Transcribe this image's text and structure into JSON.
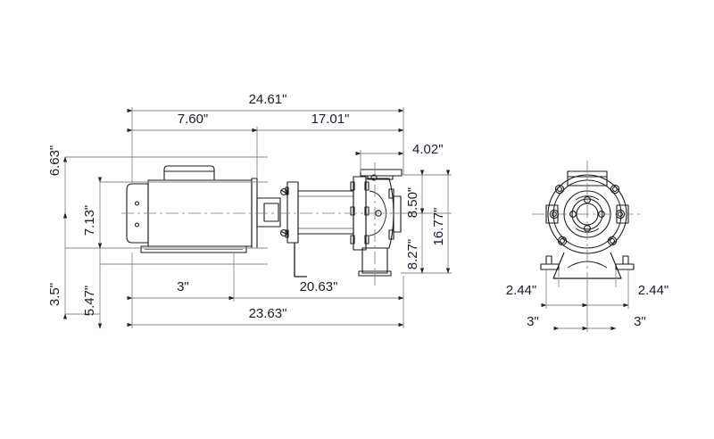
{
  "drawing": {
    "type": "engineering-dimension-drawing",
    "subject": "close-coupled centrifugal pump with motor",
    "background_color": "#ffffff",
    "line_color": "#1a1a1a",
    "dim_line_color": "#8a8a8a",
    "text_color": "#1a1a2e",
    "units": "inches"
  },
  "dimensions": {
    "top": [
      {
        "id": "overall-length",
        "label": "24.61\""
      },
      {
        "id": "motor-length",
        "label": "7.60\""
      },
      {
        "id": "pump-length",
        "label": "17.01\""
      }
    ],
    "left": [
      {
        "id": "height-to-shaft-top",
        "label": "6.63\""
      },
      {
        "id": "motor-body-height",
        "label": "7.13\""
      },
      {
        "id": "base-height",
        "label": "3.5\""
      },
      {
        "id": "base-to-shaft",
        "label": "5.47\""
      }
    ],
    "right": [
      {
        "id": "discharge-offset",
        "label": "4.02\""
      },
      {
        "id": "shaft-to-discharge",
        "label": "8.50\""
      },
      {
        "id": "shaft-to-suction",
        "label": "8.27\""
      },
      {
        "id": "overall-pump-height",
        "label": "16.77\""
      }
    ],
    "bottom": [
      {
        "id": "foot-offset",
        "label": "3\""
      },
      {
        "id": "foot-to-pump",
        "label": "20.63\""
      },
      {
        "id": "overall-base-length",
        "label": "23.63\""
      }
    ],
    "end_view": [
      {
        "id": "left-foot-width",
        "label": "2.44\""
      },
      {
        "id": "right-foot-width",
        "label": "2.44\""
      },
      {
        "id": "left-foot-spacing",
        "label": "3\""
      },
      {
        "id": "right-foot-spacing",
        "label": "3\""
      }
    ]
  },
  "views": {
    "side": {
      "name": "side-elevation-view"
    },
    "end": {
      "name": "end-elevation-view"
    }
  }
}
